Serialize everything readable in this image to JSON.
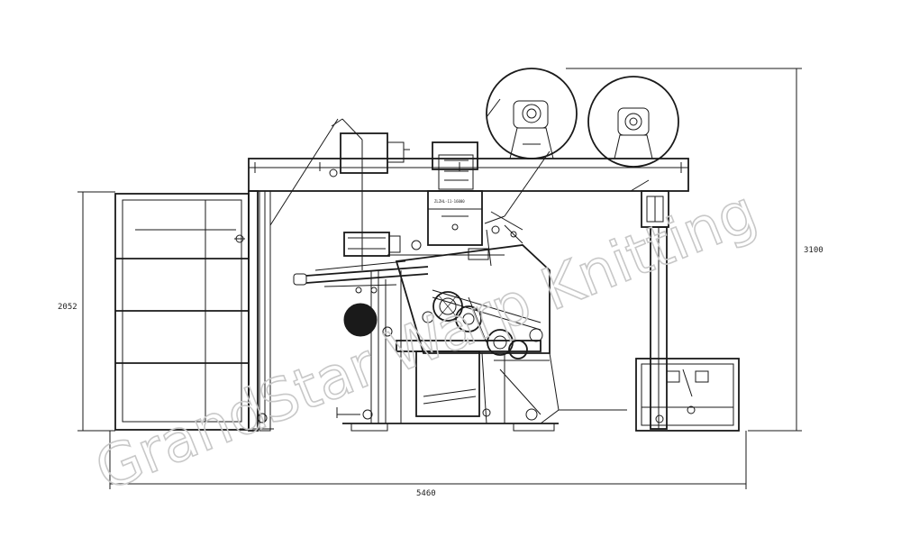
{
  "dimensions": {
    "width_label": "5460",
    "height_left_label": "2052",
    "height_right_label": "3100"
  },
  "labels": {
    "machine_plate": "ZLZHL-11-16000"
  },
  "watermark": {
    "text": "GrandStar Warp Knitting"
  }
}
